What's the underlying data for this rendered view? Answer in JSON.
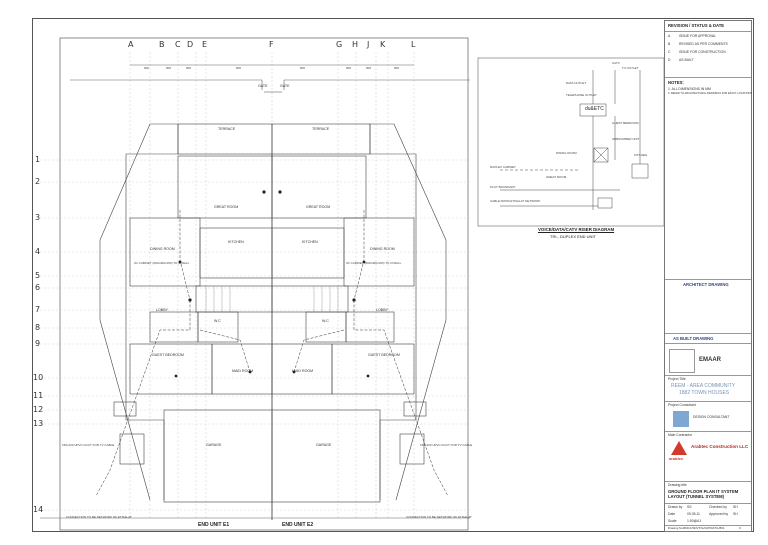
{
  "drawing": {
    "grid_letters": [
      "A",
      "B",
      "C",
      "D",
      "E",
      "F",
      "G",
      "H",
      "J",
      "K",
      "L"
    ],
    "grid_numbers": [
      "1",
      "2",
      "3",
      "4",
      "5",
      "6",
      "7",
      "8",
      "9",
      "10",
      "11",
      "12",
      "13",
      "14"
    ],
    "dims_top_left": [
      "900",
      "900",
      "900",
      "900"
    ],
    "dims_top_right": [
      "900",
      "900",
      "900",
      "900"
    ],
    "gate_left": "GATE",
    "gate_right": "GATE",
    "units": {
      "left": "END UNIT E1",
      "right": "END UNIT E2"
    },
    "rooms": {
      "terrace_left": "TERRACE",
      "terrace_right": "TERRACE",
      "great_room_left": "GREAT ROOM",
      "great_room_right": "GREAT ROOM",
      "dining_left": "DINING ROOM",
      "dining_right": "DINING ROOM",
      "kitchen_left": "KITCHEN",
      "kitchen_right": "KITCHEN",
      "guest_bedroom_left": "GUEST BEDROOM",
      "guest_bedroom_right": "GUEST BEDROOM",
      "maid_room_left": "MAID ROOM",
      "maid_room_right": "MAID ROOM",
      "garage_left": "GARAGE",
      "garage_right": "GARAGE",
      "lobby_left": "LOBBY",
      "lobby_right": "LOBBY",
      "wc_left": "W.C",
      "wc_right": "W.C"
    },
    "notes": {
      "cabinet_left": "3C CABINET (600x400x150) TO C/WALL",
      "cabinet_right": "3C CABINET (600x400x150) TO C/WALL",
      "duct_left": "150x100 UPVC DUCT FOR TV CABLE",
      "duct_right": "150x100 UPVC DUCT FOR TV CABLE",
      "connection_left": "CONNECTION TO BE NETWORK OF ETISALAT",
      "connection_right": "CONNECTION TO BE NETWORK OF ETISALAT"
    }
  },
  "riser": {
    "title": "VOICE/DATA/CATV RISER DIAGRAM",
    "subtitle": "TRI-, DUPLEX END UNIT",
    "labels": [
      "CATV",
      "TV OUTLET",
      "DATA OUTLET",
      "TELEPHONE OUTLET",
      "GUEST BEDROOM",
      "SUBSCRIBER UNIT",
      "DINING ROOM",
      "KITCHEN",
      "GREAT ROOM",
      "DUPLEX CABINET",
      "PLOT BOUNDARY",
      "CABLE FROM ETISALAT NETWORK"
    ],
    "box_label": "du&ETC"
  },
  "title_block": {
    "revision_head": "REVISION / STATUS & DATE",
    "rev_rows": [
      {
        "rev": "A",
        "desc": "ISSUE FOR APPROVAL",
        "date": ""
      },
      {
        "rev": "B",
        "desc": "REVISED AS PER COMMENTS",
        "date": ""
      },
      {
        "rev": "C",
        "desc": "ISSUE FOR CONSTRUCTION",
        "date": ""
      },
      {
        "rev": "D",
        "desc": "AS BUILT",
        "date": ""
      }
    ],
    "notes_head": "NOTES:",
    "notes": [
      "1. ALL DIMENSIONS IN MM",
      "2. REFER TO ARCHITECTURAL DRAWINGS FOR EXACT LOCATIONS"
    ],
    "architect_stamp": "ARCHITECT DRAWING",
    "approval_stamp": "AS BUILT DRAWING",
    "client_name": "EMAAR",
    "project_head": "Project Title",
    "project_title": "REEM - AREA COMMUNITY",
    "project_sub": "1882 TOWN HOUSES",
    "consultant_head": "Project Consultant",
    "consultant_name": "DESIGN CONSULTANT",
    "contractor_head": "Main Contractor",
    "contractor_name": "Arabtec Construction LLC",
    "contractor_logo": "arabtec",
    "drawing_head": "Drawing title",
    "drawing_title": "GROUND FLOOR PLAN IT SYSTEM LAYOUT (TUNNEL SYSTEM)",
    "drawn_label": "Drawn by",
    "drawn_value": "SS",
    "checked_label": "Checked by",
    "checked_value": "SH",
    "date_label": "Date",
    "date_value": "09.05.11",
    "approved_label": "Approved by",
    "approved_value": "SH",
    "scale_label": "Scale",
    "scale_value": "1:50@A1",
    "drawing_no_label": "Drawing No.",
    "drawing_no": "RMC1/SDVT/G/GP/DIAT/L/801",
    "rev_label": "Rev",
    "rev_value": "0"
  }
}
